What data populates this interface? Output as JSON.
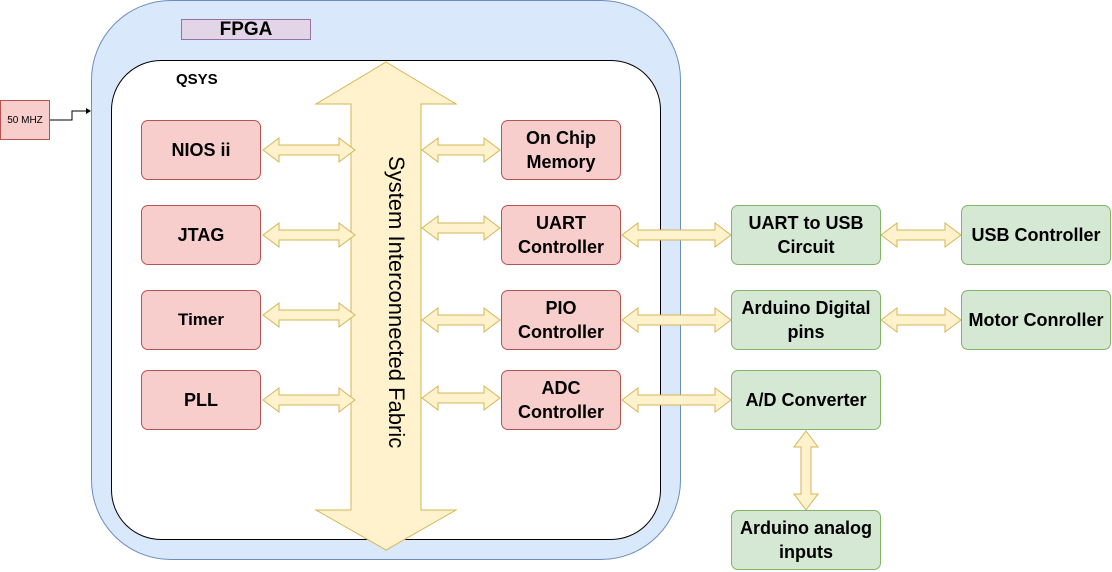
{
  "fpga": {
    "label": "FPGA"
  },
  "qsys": {
    "label": "QSYS"
  },
  "clock": {
    "label": "50 MHZ"
  },
  "fabric": {
    "label": "System Interconnected Fabric"
  },
  "left_blocks": [
    "NIOS  ii",
    "JTAG",
    "Timer",
    "PLL"
  ],
  "right_blocks": [
    "On Chip Memory",
    "UART Controller",
    "PIO Controller",
    "ADC Controller"
  ],
  "external": {
    "uart_usb": "UART to USB Circuit",
    "usb_controller": "USB Controller",
    "arduino_digital": "Arduino Digital pins",
    "motor_controller": "Motor Conroller",
    "ad_converter": "A/D Converter",
    "arduino_analog": "Arduino analog inputs"
  },
  "colors": {
    "fpga_fill": "#dae8fc",
    "module_fill": "#f8cecc",
    "external_fill": "#d5e8d4",
    "arrow_fill": "#fff2cc",
    "arrow_stroke": "#d6b656"
  }
}
